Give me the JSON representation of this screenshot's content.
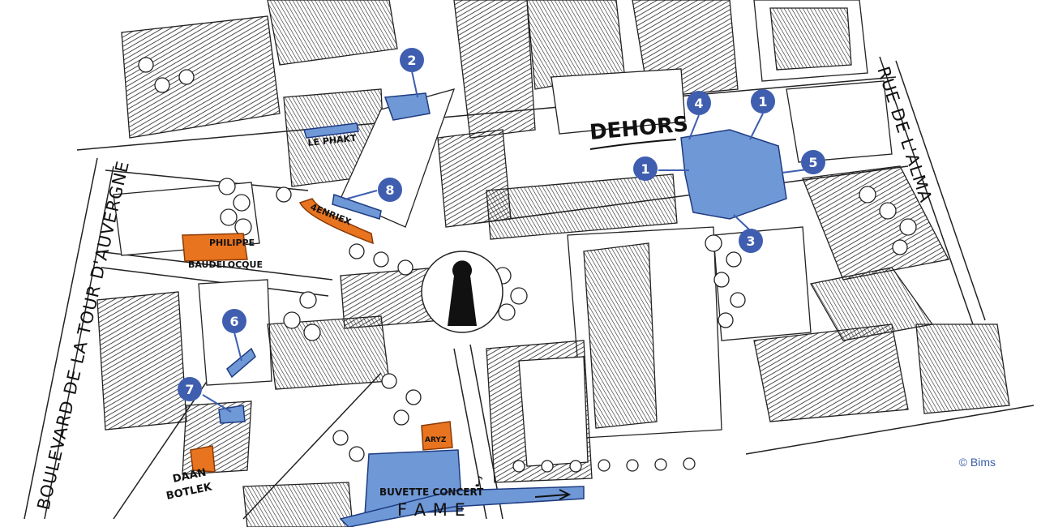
{
  "streets": {
    "rue_alma": "RUE DE L'ALMA",
    "boulevard": "BOULEVARD DE LA TOUR D'AUVERGNE",
    "fame": "F A M E"
  },
  "places": {
    "dehors": "DEHORS",
    "le_phakt": "LE PHAKT",
    "henri4": "4ENRIEX",
    "philippe": "PHILIPPE",
    "baudelocque": "BAUDELOCQUE",
    "daan": "DAAN",
    "botlek": "BOTLEK",
    "buvette_concert": "BUVETTE CONCERT",
    "aryz": "ARYZ"
  },
  "pins": [
    "1",
    "1",
    "2",
    "3",
    "4",
    "5",
    "6",
    "7",
    "8"
  ],
  "copyright": "© Bims",
  "colors": {
    "pin_blue": "#3f5eb0",
    "highlight_blue": "#6f98d6",
    "accent_orange": "#e8741f",
    "ink": "#111111"
  },
  "icons": [
    "keyhole-icon",
    "tree-icon",
    "arrow-right-icon",
    "music-note-icon"
  ]
}
